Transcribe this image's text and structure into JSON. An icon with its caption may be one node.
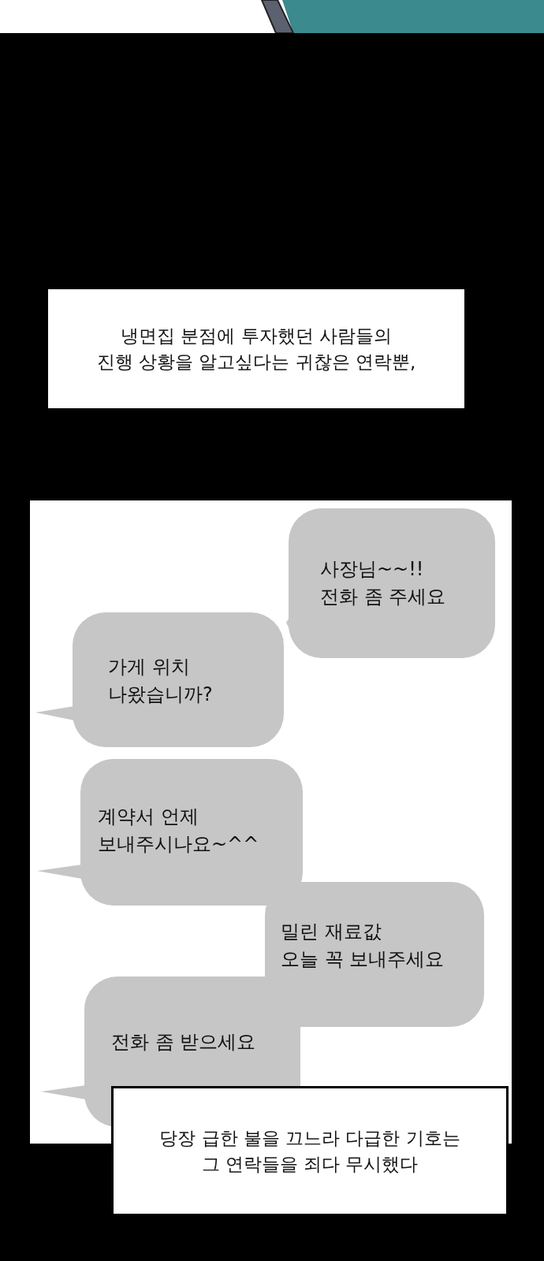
{
  "diagram": {
    "nodes": [
      {
        "text": [
          "냉면집 분점에 투자했던 사람들의 진행 상황을 알고싶다는 귀찮은 연락뿐,"
        ]
      },
      {
        "text": [
          "사장님~~!! 전화 좀 주세요"
        ]
      },
      {
        "text": [
          "가게 위치 나왔습니까?"
        ]
      },
      {
        "text": [
          "계약서 언제 보내주시나요~^^"
        ]
      },
      {
        "text": [
          "밀린 재료값 오늘 꼭 보내주세요"
        ]
      },
      {
        "text": [
          "전화 좀 받으세요"
        ]
      },
      {
        "text": [
          "당장 급한 불을 끄느라 다급한 기호는 그 연락들을 죄다 무시했다"
        ]
      }
    ],
    "edges": []
  }
}
